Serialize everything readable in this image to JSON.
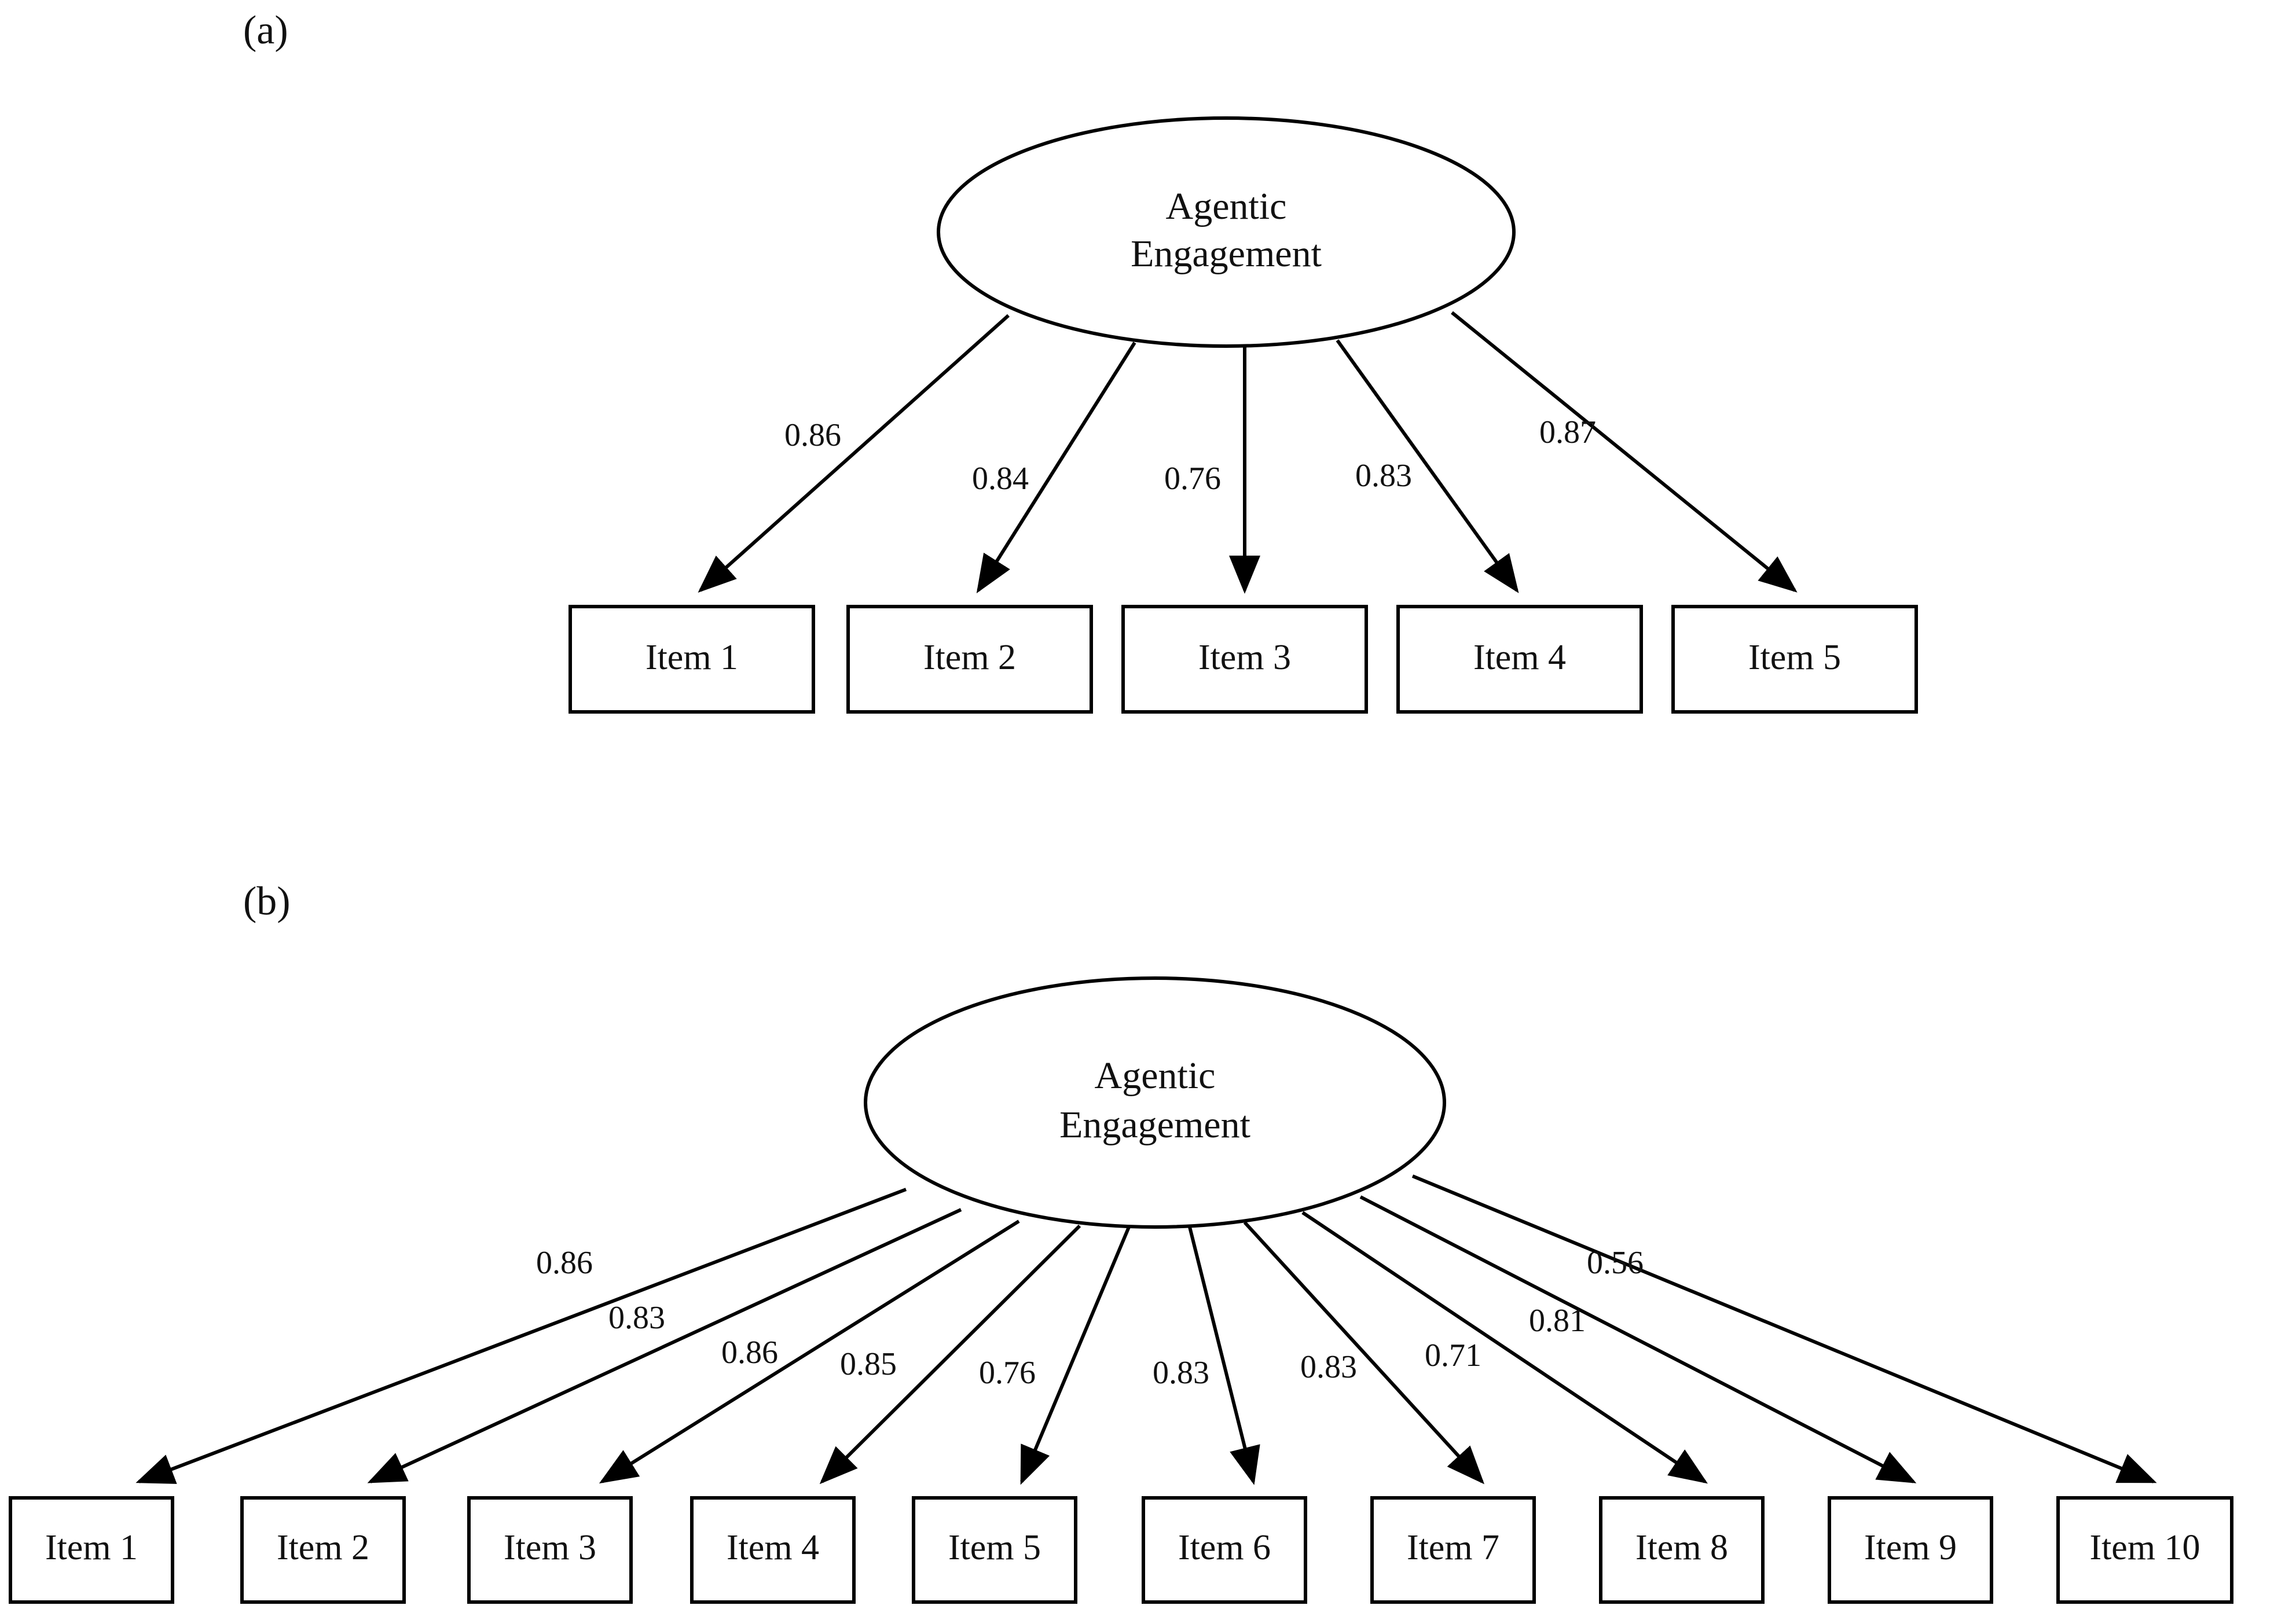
{
  "figure": {
    "background_color": "#ffffff",
    "stroke_color": "#000000",
    "text_color": "#111111",
    "panels": [
      {
        "label": "(a)"
      },
      {
        "label": "(b)"
      }
    ]
  },
  "chart_data": {
    "type": "diagram",
    "diagram_kind": "confirmatory-factor-analysis-path-diagram",
    "title": "",
    "panels": [
      {
        "id": "a",
        "label": "(a)",
        "latent_factor": "Agentic Engagement",
        "latent_shape": "ellipse",
        "indicator_shape": "rectangle",
        "indicators": [
          "Item 1",
          "Item 2",
          "Item 3",
          "Item 4",
          "Item 5"
        ],
        "loadings": [
          0.86,
          0.84,
          0.76,
          0.83,
          0.87
        ],
        "loading_labels": [
          "0.86",
          "0.84",
          "0.76",
          "0.83",
          "0.87"
        ],
        "edges": [
          {
            "from": "Agentic Engagement",
            "to": "Item 1",
            "loading": "0.86"
          },
          {
            "from": "Agentic Engagement",
            "to": "Item 2",
            "loading": "0.84"
          },
          {
            "from": "Agentic Engagement",
            "to": "Item 3",
            "loading": "0.76"
          },
          {
            "from": "Agentic Engagement",
            "to": "Item 4",
            "loading": "0.83"
          },
          {
            "from": "Agentic Engagement",
            "to": "Item 5",
            "loading": "0.87"
          }
        ]
      },
      {
        "id": "b",
        "label": "(b)",
        "latent_factor": "Agentic Engagement",
        "latent_shape": "ellipse",
        "indicator_shape": "rectangle",
        "indicators": [
          "Item 1",
          "Item 2",
          "Item 3",
          "Item 4",
          "Item 5",
          "Item 6",
          "Item 7",
          "Item 8",
          "Item 9",
          "Item 10"
        ],
        "loadings": [
          0.86,
          0.83,
          0.86,
          0.85,
          0.76,
          0.83,
          0.83,
          0.71,
          0.81,
          0.56
        ],
        "loading_labels": [
          "0.86",
          "0.83",
          "0.86",
          "0.85",
          "0.76",
          "0.83",
          "0.83",
          "0.71",
          "0.81",
          "0.56"
        ],
        "edges": [
          {
            "from": "Agentic Engagement",
            "to": "Item 1",
            "loading": "0.86"
          },
          {
            "from": "Agentic Engagement",
            "to": "Item 2",
            "loading": "0.83"
          },
          {
            "from": "Agentic Engagement",
            "to": "Item 3",
            "loading": "0.86"
          },
          {
            "from": "Agentic Engagement",
            "to": "Item 4",
            "loading": "0.85"
          },
          {
            "from": "Agentic Engagement",
            "to": "Item 5",
            "loading": "0.76"
          },
          {
            "from": "Agentic Engagement",
            "to": "Item 6",
            "loading": "0.83"
          },
          {
            "from": "Agentic Engagement",
            "to": "Item 7",
            "loading": "0.83"
          },
          {
            "from": "Agentic Engagement",
            "to": "Item 8",
            "loading": "0.71"
          },
          {
            "from": "Agentic Engagement",
            "to": "Item 9",
            "loading": "0.81"
          },
          {
            "from": "Agentic Engagement",
            "to": "Item 10",
            "loading": "0.56"
          }
        ]
      }
    ]
  },
  "panel_a": {
    "label": "(a)",
    "factor_line1": "Agentic",
    "factor_line2": "Engagement",
    "items": [
      "Item 1",
      "Item 2",
      "Item 3",
      "Item 4",
      "Item 5"
    ],
    "coefficients": [
      "0.86",
      "0.84",
      "0.76",
      "0.83",
      "0.87"
    ]
  },
  "panel_b": {
    "label": "(b)",
    "factor_line1": "Agentic",
    "factor_line2": "Engagement",
    "items": [
      "Item 1",
      "Item 2",
      "Item 3",
      "Item 4",
      "Item 5",
      "Item 6",
      "Item 7",
      "Item 8",
      "Item 9",
      "Item 10"
    ],
    "coefficients": [
      "0.86",
      "0.83",
      "0.86",
      "0.85",
      "0.76",
      "0.83",
      "0.83",
      "0.71",
      "0.81",
      "0.56"
    ]
  }
}
